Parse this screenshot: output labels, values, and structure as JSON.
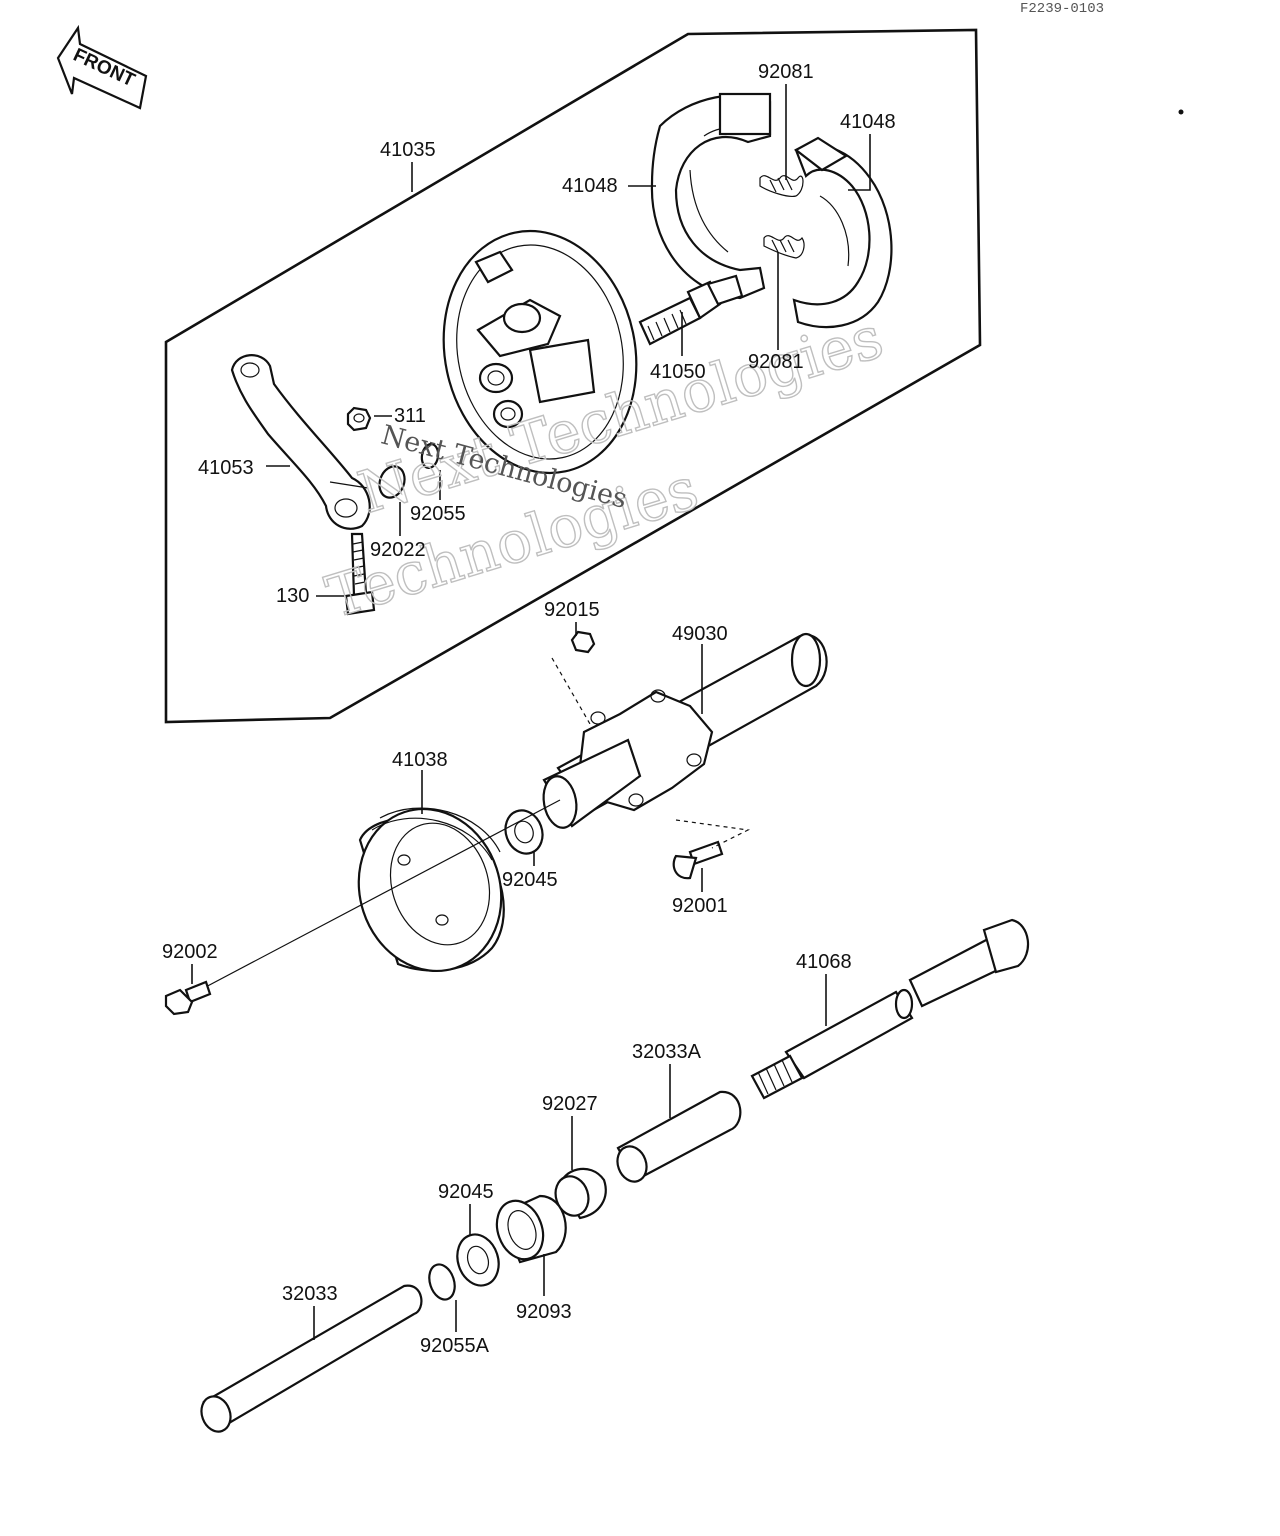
{
  "diagram_code": "F2239-0103",
  "front_arrow_text": "FRONT",
  "watermark": {
    "brand_outline": "Next Technologies",
    "brand_line2": "Technologies",
    "brand_text": "Next Technologies"
  },
  "labels": {
    "p41035": "41035",
    "p92081_top": "92081",
    "p41048_left": "41048",
    "p41048_right": "41048",
    "p41050": "41050",
    "p92081_bottom": "92081",
    "p311": "311",
    "p41053": "41053",
    "p92055": "92055",
    "p92022": "92022",
    "p130": "130",
    "p92015": "92015",
    "p49030": "49030",
    "p41038": "41038",
    "p92045_upper": "92045",
    "p92001": "92001",
    "p92002": "92002",
    "p41068": "41068",
    "p32033A": "32033A",
    "p92027": "92027",
    "p92045_lower": "92045",
    "p92093": "92093",
    "p32033": "32033",
    "p92055A": "92055A"
  }
}
